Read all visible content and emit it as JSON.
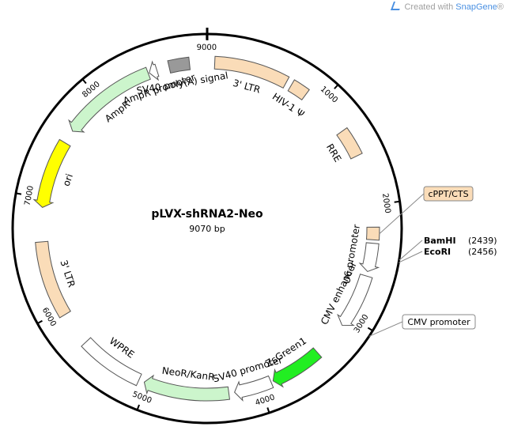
{
  "watermark": {
    "prefix": "Created with ",
    "brand": "SnapGene",
    "suffix": "®"
  },
  "plasmid": {
    "name": "pLVX-shRNA2-Neo",
    "size_label": "9070 bp",
    "length": 9070
  },
  "ticks": [
    {
      "pos": 1000,
      "label": "1000"
    },
    {
      "pos": 2000,
      "label": "2000"
    },
    {
      "pos": 3000,
      "label": "3000"
    },
    {
      "pos": 4000,
      "label": "4000"
    },
    {
      "pos": 5000,
      "label": "5000"
    },
    {
      "pos": 6000,
      "label": "6000"
    },
    {
      "pos": 7000,
      "label": "7000"
    },
    {
      "pos": 8000,
      "label": "8000"
    },
    {
      "pos": 9000,
      "label": "9000"
    }
  ],
  "features": [
    {
      "id": "ltr-5",
      "label": "3' LTR",
      "start": 0,
      "end": 650,
      "kind": "box",
      "color": "#fadcb8",
      "label_mode": "inside"
    },
    {
      "id": "hiv-psi",
      "label": "HIV-1 Ψ",
      "start": 700,
      "end": 850,
      "kind": "box",
      "color": "#fadcb8",
      "label_mode": "inside"
    },
    {
      "id": "rre",
      "label": "RRE",
      "start": 1300,
      "end": 1550,
      "kind": "box",
      "color": "#fadcb8",
      "label_mode": "inside"
    },
    {
      "id": "cppt",
      "label": "cPPT/CTS",
      "start": 2190,
      "end": 2300,
      "kind": "box",
      "color": "#fadcb8",
      "label_mode": "callout"
    },
    {
      "id": "u6",
      "label": "U6 promoter",
      "start": 2330,
      "end": 2580,
      "kind": "arrow",
      "color": "#ffffff",
      "label_mode": "inside"
    },
    {
      "id": "cmv-enh",
      "label": "CMV enhancer",
      "start": 2620,
      "end": 3100,
      "kind": "arrow",
      "color": "#ffffff",
      "label_mode": "inside"
    },
    {
      "id": "zsgreen",
      "label": "ZsGreen1",
      "start": 3420,
      "end": 3880,
      "kind": "arrow",
      "color": "#22ee22",
      "label_mode": "inside"
    },
    {
      "id": "sv40-prom",
      "label": "SV40 promoter",
      "start": 3900,
      "end": 4230,
      "kind": "arrow",
      "color": "#ffffff",
      "label_mode": "inside"
    },
    {
      "id": "neor",
      "label": "NeoR/KanR",
      "start": 4280,
      "end": 5030,
      "kind": "arrow",
      "color": "#ccf5cc",
      "label_mode": "inside"
    },
    {
      "id": "wpre",
      "label": "WPRE",
      "start": 5080,
      "end": 5650,
      "kind": "box",
      "color": "#ffffff",
      "label_mode": "inside"
    },
    {
      "id": "ltr-3",
      "label": "3' LTR",
      "start": 5950,
      "end": 6620,
      "kind": "box",
      "color": "#fadcb8",
      "label_mode": "inside"
    },
    {
      "id": "ori",
      "label": "ori",
      "start": 6920,
      "end": 7520,
      "kind": "arrow_rev",
      "color": "#ffff00",
      "label_mode": "inside"
    },
    {
      "id": "ampr",
      "label": "AmpR",
      "start": 7640,
      "end": 8480,
      "kind": "arrow_rev",
      "color": "#ccf5cc",
      "label_mode": "inside"
    },
    {
      "id": "ampr-prom",
      "label": "AmpR promoter",
      "start": 8490,
      "end": 8560,
      "kind": "arrow_rev",
      "color": "#ffffff",
      "label_mode": "inside"
    },
    {
      "id": "sv40-polya",
      "label": "SV40 poly(A) signal",
      "start": 8670,
      "end": 8850,
      "kind": "box",
      "color": "#999999",
      "label_mode": "inside"
    }
  ],
  "callouts": [
    {
      "id": "cmv-promoter",
      "label": "CMV promoter",
      "pos": 3050
    }
  ],
  "sites": [
    {
      "id": "bamhi",
      "name": "BamHI",
      "pos_label": "(2439)",
      "pos": 2439
    },
    {
      "id": "ecori",
      "name": "EcoRI",
      "pos_label": "(2456)",
      "pos": 2456
    }
  ]
}
